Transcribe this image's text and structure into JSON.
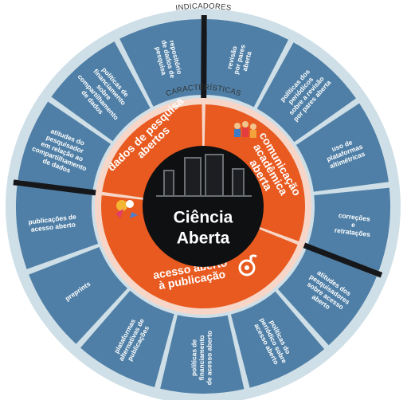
{
  "title_top": "INDICADORES",
  "title_mid": "CARACTERÍSTICAS",
  "center_lines": [
    "Ciência",
    "Aberta"
  ],
  "categories": [
    {
      "name": "dados-de-pesquisa-abertos",
      "lines": [
        "dados de pesquisa",
        "abertos"
      ]
    },
    {
      "name": "comunicacao-academica-aberta",
      "lines": [
        "comunicação",
        "acadêmica",
        "aberta"
      ]
    },
    {
      "name": "acesso-aberto-a-publicacao",
      "lines": [
        "acesso aberto",
        "à publicação"
      ]
    }
  ],
  "indicators": [
    {
      "name": "revisao-por-pares-aberta",
      "lines": [
        "revisão",
        "por pares",
        "aberta"
      ]
    },
    {
      "name": "politicas-periodicos-revisao",
      "lines": [
        "políticas dos",
        "periódicos",
        "sobre a revisão",
        "por pares aberta"
      ]
    },
    {
      "name": "uso-plataformas-altimetricas",
      "lines": [
        "uso de",
        "plataformas",
        "altimétricas"
      ]
    },
    {
      "name": "correcoes-retratacoes",
      "lines": [
        "correções",
        "e",
        "retratações"
      ]
    },
    {
      "name": "atitudes-pesquisadores-acesso",
      "lines": [
        "atitudes dos",
        "pesquisadores",
        "sobre acesso",
        "aberto"
      ]
    },
    {
      "name": "politicas-periodico-acesso",
      "lines": [
        "políticas do",
        "periódico sobre",
        "acesso aberto"
      ]
    },
    {
      "name": "politicas-financiamento-acesso",
      "lines": [
        "políticas de",
        "financiamento",
        "de acesso aberto"
      ]
    },
    {
      "name": "plataformas-alternativas",
      "lines": [
        "plataformas",
        "alternativas de",
        "publicações"
      ]
    },
    {
      "name": "preprints",
      "lines": [
        "preprints"
      ]
    },
    {
      "name": "publicacoes-acesso-aberto",
      "lines": [
        "publicações de",
        "acesso aberto"
      ]
    },
    {
      "name": "atitudes-pesquisador-compartilhamento",
      "lines": [
        "atitudes do",
        "pesquisador",
        "em relação ao",
        "compartilhamento",
        "de dados"
      ]
    },
    {
      "name": "politicas-financiamento-compartilhamento",
      "lines": [
        "políticas de",
        "financiamento",
        "sobre",
        "compartilhamento",
        "de dados"
      ]
    },
    {
      "name": "repositorio-dados-pesquisa",
      "lines": [
        "repositório",
        "de dados de",
        "pesquisa"
      ]
    }
  ],
  "colors": {
    "outer_ring": "#cfdfe7",
    "indicator_fill": "#4f7fa6",
    "mid_ring": "#f7d6c8",
    "category_fill": "#e85a1f",
    "center": "#0f1012",
    "divider_dark": "#15171a"
  }
}
